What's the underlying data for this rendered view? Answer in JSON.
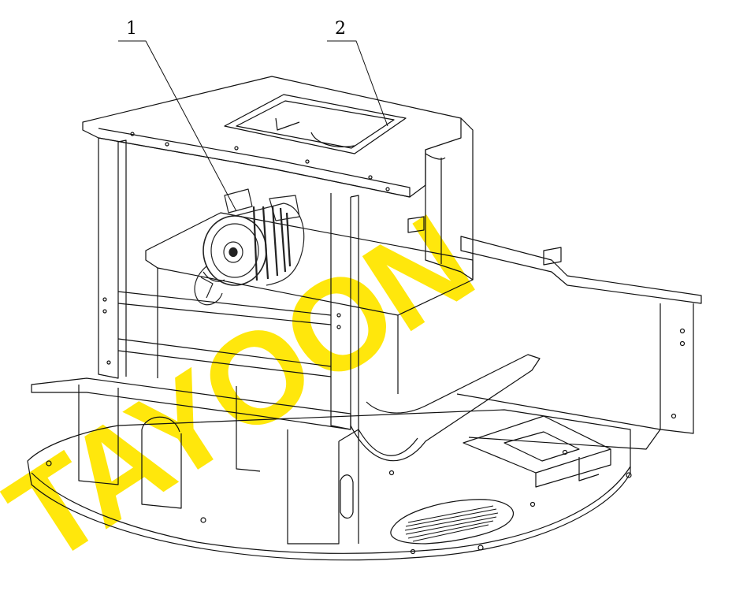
{
  "callouts": [
    {
      "id": "1",
      "label": "1"
    },
    {
      "id": "2",
      "label": "2"
    }
  ],
  "watermark": {
    "text": "TAYOON",
    "color": "#FFE600"
  },
  "colors": {
    "line": "#111111",
    "motor": "#222222",
    "paper": "#ffffff"
  }
}
